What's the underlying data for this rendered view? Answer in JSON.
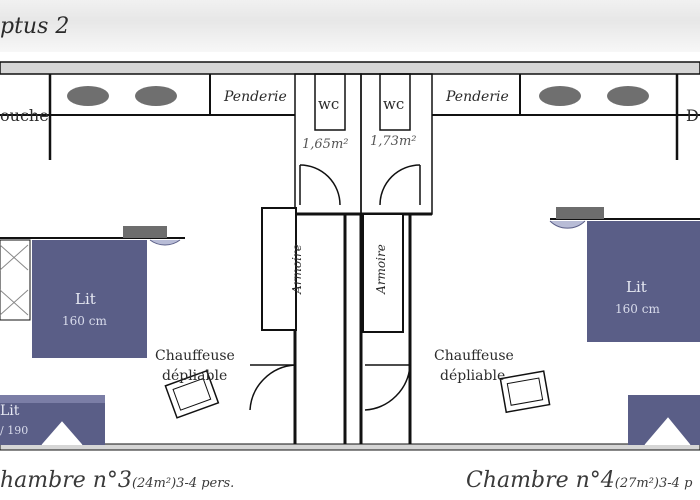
{
  "header": {
    "title": "ptus 2"
  },
  "labels": {
    "douche": "ouche",
    "douche_right": "D",
    "penderie_left": "Penderie",
    "penderie_right": "Penderie",
    "wc_left": "wc",
    "wc_right": "wc",
    "wc_left_area": "1,65m²",
    "wc_right_area": "1,73m²",
    "armoire_left": "Armoire",
    "armoire_right": "Armoire",
    "lit_left": "Lit",
    "lit_left_size": "160 cm",
    "lit_right": "Lit",
    "lit_right_size": "160 cm",
    "lit_small_left": "Lit",
    "lit_small_left_size": "/ 190",
    "chauffeuse_left_1": "Chauffeuse",
    "chauffeuse_left_2": "dépliable",
    "chauffeuse_right_1": "Chauffeuse",
    "chauffeuse_right_2": "dépliable"
  },
  "rooms": {
    "left": {
      "name": "hambre n°3",
      "area": "(24m²)",
      "capacity": "3-4 pers."
    },
    "right": {
      "name": "Chambre n°4",
      "area": "(27m²)",
      "capacity": "3-4 p"
    }
  },
  "colors": {
    "wall": "#d6d6d6",
    "wall_line": "#111111",
    "bed_fill": "#5a5e87",
    "pillow": "#7b7ea6",
    "nightstand": "#6d6d6d",
    "lamp": "#b8bcd6",
    "oval": "#6f6f6f"
  }
}
